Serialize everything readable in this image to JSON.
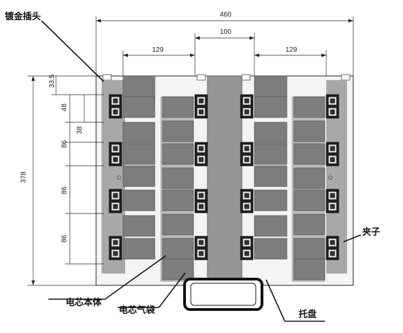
{
  "labels": {
    "gold_plug": "镀金插头",
    "clip": "夹子",
    "cell_body": "电芯本体",
    "cell_pouch": "电芯气袋",
    "tray": "托盘"
  },
  "dimensions": {
    "overall_width": "460",
    "center_gap": "100",
    "left_span": "129",
    "right_span": "129",
    "top_offset": "33.5",
    "pitch_a": "48",
    "pitch_b": "38",
    "row_pitch_1": "86",
    "row_pitch_2": "86",
    "row_pitch_3": "86",
    "overall_height": "378"
  },
  "colors": {
    "tray_fill": "#f2f2f2",
    "cell_dark": "#7d7d7d",
    "cell_mid": "#9a9a9a",
    "pouch_light": "#bdbdbd",
    "line": "#333333"
  }
}
